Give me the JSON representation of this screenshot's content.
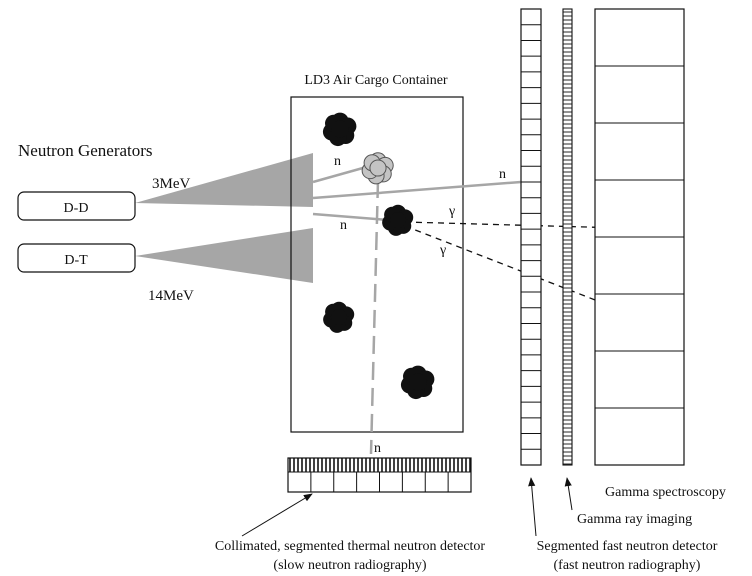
{
  "title_generators": "Neutron Generators",
  "generators": [
    {
      "label": "D-D",
      "energy": "3MeV"
    },
    {
      "label": "D-T",
      "energy": "14MeV"
    }
  ],
  "container_title": "LD3 Air Cargo Container",
  "neutron_symbol": "n",
  "gamma_symbol": "γ",
  "detectors": {
    "thermal": {
      "line1": "Collimated, segmented thermal neutron detector",
      "line2": "(slow neutron radiography)"
    },
    "fast": {
      "line1": "Segmented fast neutron detector",
      "line2": "(fast neutron radiography)"
    },
    "gamma_imaging": "Gamma ray imaging",
    "gamma_spectroscopy": "Gamma spectroscopy"
  },
  "colors": {
    "beam": "#a6a6a6",
    "object": "#111111",
    "suspect_object": "#c4c4c4",
    "outline": "#111111"
  }
}
